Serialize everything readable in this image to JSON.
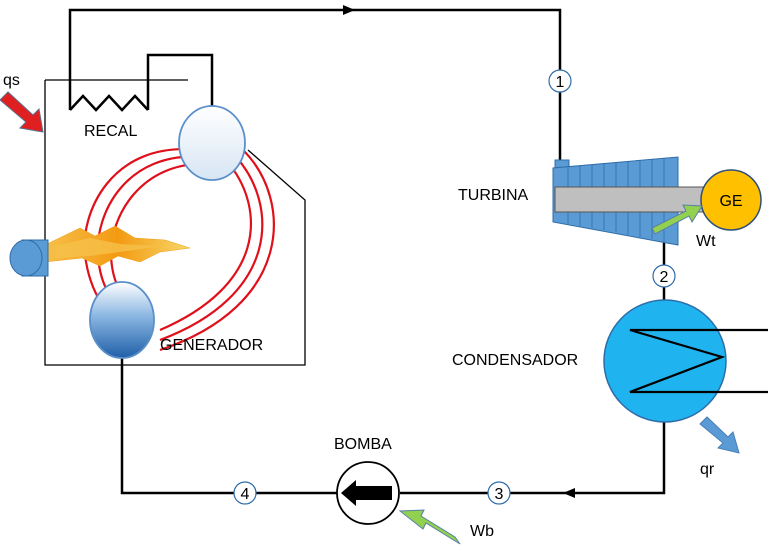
{
  "labels": {
    "qs": "qs",
    "recal": "RECAL",
    "generador": "GENERADOR",
    "turbina": "TURBINA",
    "ge": "GE",
    "wt": "Wt",
    "condensador": "CONDENSADOR",
    "qr": "qr",
    "bomba": "BOMBA",
    "wb": "Wb"
  },
  "state_points": [
    "1",
    "2",
    "3",
    "4"
  ],
  "colors": {
    "line": "#000000",
    "drum": "#5a8fc9",
    "drum_fill_light": "#dde9f6",
    "tube": "#e0101a",
    "flame": "#f39a12",
    "turbine": "#5b9bd5",
    "turbine_shaft": "#bfbfbf",
    "generator": "#ffc000",
    "condenser": "#1fb4f0",
    "qs_arrow": "#e02020",
    "work_arrow": "#92d050",
    "qr_arrow": "#5b9bd5"
  }
}
